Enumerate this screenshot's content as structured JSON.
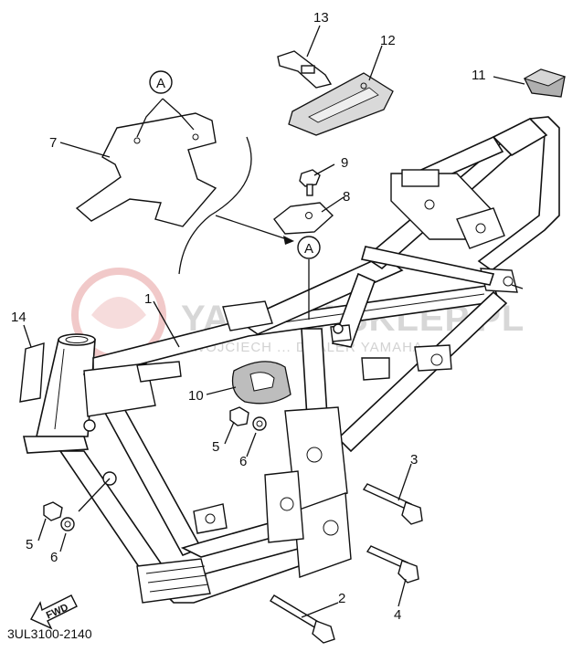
{
  "diagram": {
    "code": "3UL3100-2140",
    "fwd_label": "FWD",
    "callout_letter": "A",
    "watermark_main": "YAMAHASKLEP.PL",
    "watermark_sub": "WOJCIECH ... DEALER YAMAHA",
    "parts": [
      {
        "id": "p1",
        "number": "1"
      },
      {
        "id": "p2",
        "number": "2"
      },
      {
        "id": "p3",
        "number": "3"
      },
      {
        "id": "p4",
        "number": "4"
      },
      {
        "id": "p5a",
        "number": "5"
      },
      {
        "id": "p5b",
        "number": "5"
      },
      {
        "id": "p6a",
        "number": "6"
      },
      {
        "id": "p6b",
        "number": "6"
      },
      {
        "id": "p7",
        "number": "7"
      },
      {
        "id": "p8",
        "number": "8"
      },
      {
        "id": "p9",
        "number": "9"
      },
      {
        "id": "p10",
        "number": "10"
      },
      {
        "id": "p11",
        "number": "11"
      },
      {
        "id": "p12",
        "number": "12"
      },
      {
        "id": "p13",
        "number": "13"
      },
      {
        "id": "p14",
        "number": "14"
      }
    ]
  }
}
